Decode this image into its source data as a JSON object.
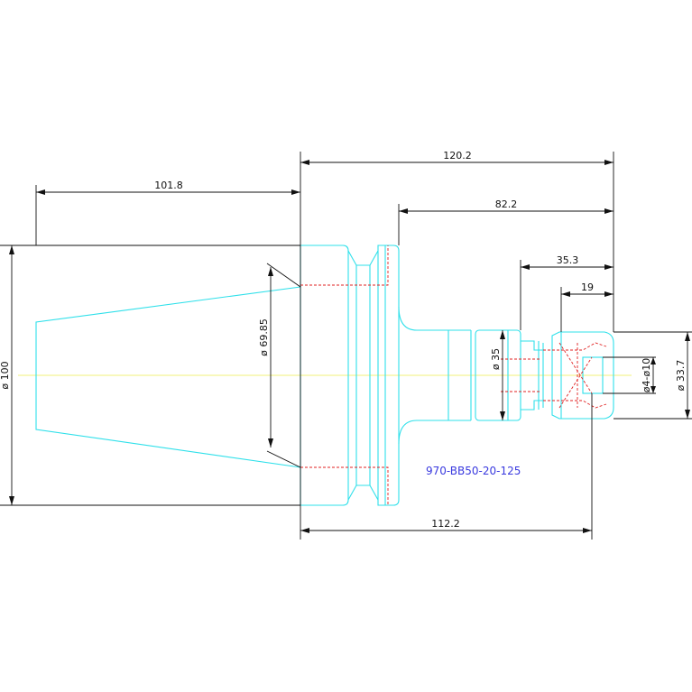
{
  "drawing": {
    "part_number": "970-BB50-20-125",
    "dimensions": {
      "overall_length": "120.2",
      "taper_length": "101.8",
      "flange_to_nose": "82.2",
      "collet_body_length": "35.3",
      "nut_length": "19",
      "flange_diameter": "ø 100",
      "taper_diameter": "ø 69.85",
      "shank_diameter": "ø 35",
      "clamp_range": "ø4-ø10",
      "nut_diameter": "ø 33.7",
      "gauge_length": "112.2"
    },
    "colors": {
      "outline": "#2fe0ea",
      "dimension": "#111111",
      "hidden": "#e02020",
      "centerline": "#f2f27a",
      "label": "#3a3adf"
    }
  }
}
